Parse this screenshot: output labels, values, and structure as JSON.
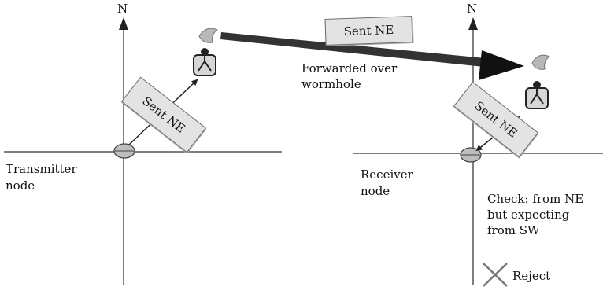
{
  "left_node": {
    "north_label": "N",
    "name_line1": "Transmitter",
    "name_line2": "node",
    "packet_label": "Sent NE"
  },
  "right_node": {
    "north_label": "N",
    "name_line1": "Receiver",
    "name_line2": "node",
    "packet_label": "Sent NE",
    "check_line1": "Check: from NE",
    "check_line2": "but expecting",
    "check_line3": "from SW",
    "reject_label": "Reject"
  },
  "wormhole": {
    "packet_label": "Sent NE",
    "caption_line1": "Forwarded over",
    "caption_line2": "wormhole"
  },
  "colors": {
    "axis": "#555555",
    "wormhole_arrow": "#333333",
    "packet_fill": "#e3e3e3",
    "antenna_fill": "#b8b8b8"
  },
  "icons": [
    "north-arrow-icon",
    "antenna-icon",
    "ellipse-node-icon",
    "reject-x-icon"
  ]
}
